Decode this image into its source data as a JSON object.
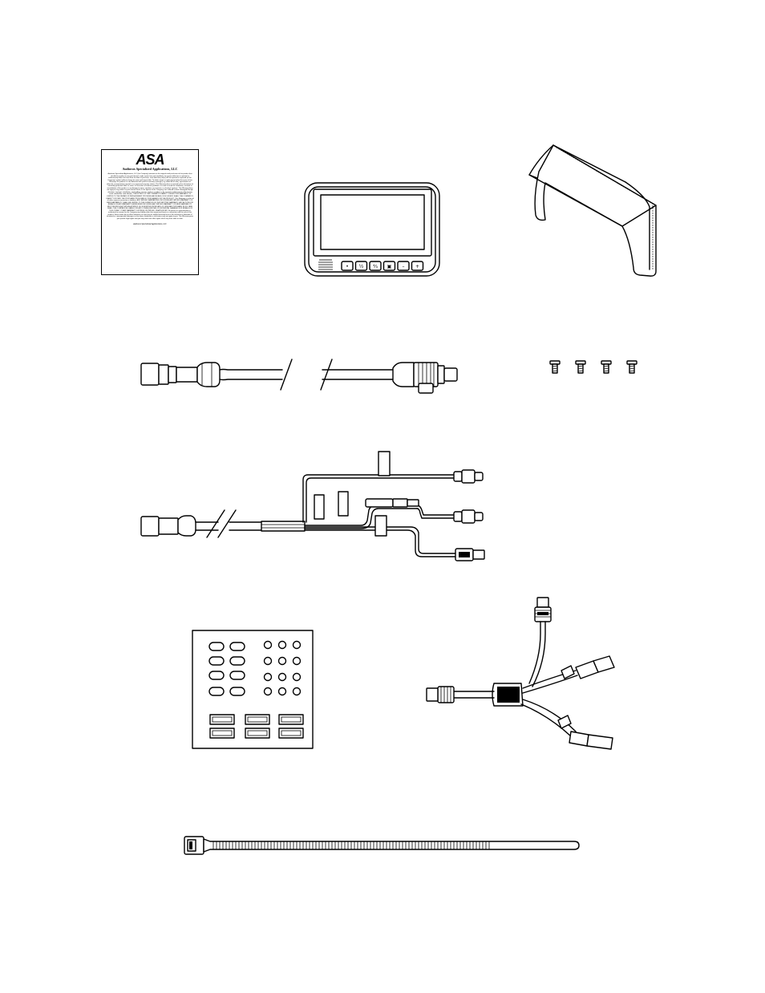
{
  "warranty_card": {
    "logo": "ASA",
    "logo_subtitle": "Audiovox Specialized Applications, LLC",
    "body": "Audiovox Specialized Applications, LLC (the Company) warrants to the original retail purchaser of this product that should this product or any part thereof, under normal use and conditions, be proven defective in material or workmanship within the time from the date of purchase, such defective part(s) will be repaired or replaced (at the Company's option) without charge for parts and repair labor. To obtain repair or replacement within the terms of this Warranty, the product is to be delivered with proof of warranty coverage (e.g. dated bill of sale), specification of defect(s), transportation prepaid, to an approved warranty station. This Warranty does not extend to the elimination of externally generated static or noise, to correction of antenna problems, to costs incurred for installation, removal or reinstallation of the product, or to damage to tapes, speakers, accessories, or electrical systems. This Warranty does not apply to any product or part thereof which, in the opinion of the Company, has suffered or been damaged through alteration, improper installation, mishandling, misuse, neglect, accident, or by removal or defacement of the factory serial number/bar code label(s). THE EXTENT OF THE COMPANY'S LIABILITY UNDER THIS WARRANTY IS LIMITED TO THE REPAIR OR REPLACEMENT PROVIDED ABOVE AND, IN NO EVENT, SHALL THE COMPANY'S LIABILITY EXCEED THE PURCHASE PRICE PAID BY PURCHASER FOR THE PRODUCT. This Warranty is in lieu of all other express warranties or liabilities. ANY IMPLIED WARRANTIES, INCLUDING ANY IMPLIED WARRANTY OF MERCHANTABILITY, SHALL BE LIMITED TO THE DURATION OF THIS WRITTEN WARRANTY. ANY ACTION FOR BREACH OF ANY WARRANTY HEREUNDER INCLUDING ANY IMPLIED WARRANTY OF MERCHANTABILITY MUST BE BROUGHT WITHIN A PERIOD OF 30 MONTHS FROM DATE OF ORIGINAL PURCHASE. IN NO CASE SHALL THE COMPANY BE LIABLE FOR ANY CONSEQUENTIAL OR INCIDENTAL DAMAGES FOR BREACH OF THIS OR ANY OTHER WARRANTY, EXPRESS OR IMPLIED, WHATSOEVER. No person or representative is authorized to assume for the Company any liability other than expressed herein in connection with the sale of this product. Some states do not allow limitations on how long an implied warranty lasts or the exclusion or limitation of incidental or consequential damages so the above limitations or exclusions may not apply to you. This Warranty gives you specific legal rights and you may also have other rights which vary from state to state.",
    "footer": "Audiovox Specialized Applications, LLC"
  },
  "monitor": {
    "buttons": [
      "•",
      "½",
      "⁴⁄₃",
      "▣",
      "–",
      "+"
    ]
  }
}
